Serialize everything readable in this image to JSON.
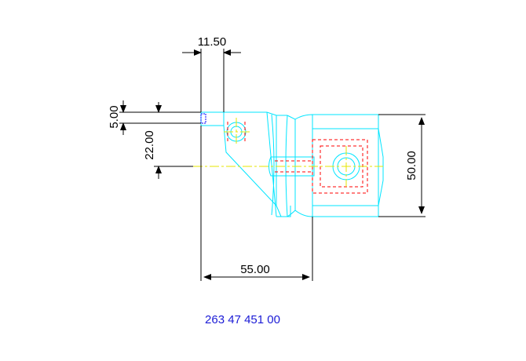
{
  "drawing": {
    "dimensions": {
      "top_width": "11.50",
      "step_height": "5.00",
      "center_offset": "22.00",
      "body_diameter": "50.00",
      "overall_length": "55.00"
    },
    "part_number": "263 47 451 00",
    "colors": {
      "outline": "#00e5ff",
      "hidden": "#ff0000",
      "centerline": "#e6e600",
      "dimension": "#000000",
      "part_number": "#1b1bd6",
      "marker": "#0000ff"
    }
  }
}
